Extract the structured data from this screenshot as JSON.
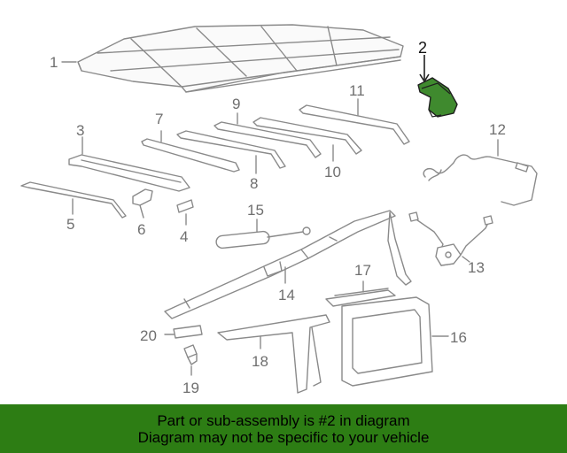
{
  "callouts": {
    "n1": "1",
    "n2": "2",
    "n3": "3",
    "n4": "4",
    "n5": "5",
    "n6": "6",
    "n7": "7",
    "n8": "8",
    "n9": "9",
    "n10": "10",
    "n11": "11",
    "n12": "12",
    "n13": "13",
    "n14": "14",
    "n15": "15",
    "n16": "16",
    "n17": "17",
    "n18": "18",
    "n19": "19",
    "n20": "20"
  },
  "highlight_part": "2",
  "colors": {
    "line": "#8a8a8a",
    "highlight_fill": "#3f8a2e",
    "highlight_stroke": "#1f1f1f",
    "banner_bg": "#2d7d14"
  },
  "banner": {
    "line1": "Part or sub-assembly is #2 in diagram",
    "line2": "Diagram may not be specific to your vehicle"
  }
}
